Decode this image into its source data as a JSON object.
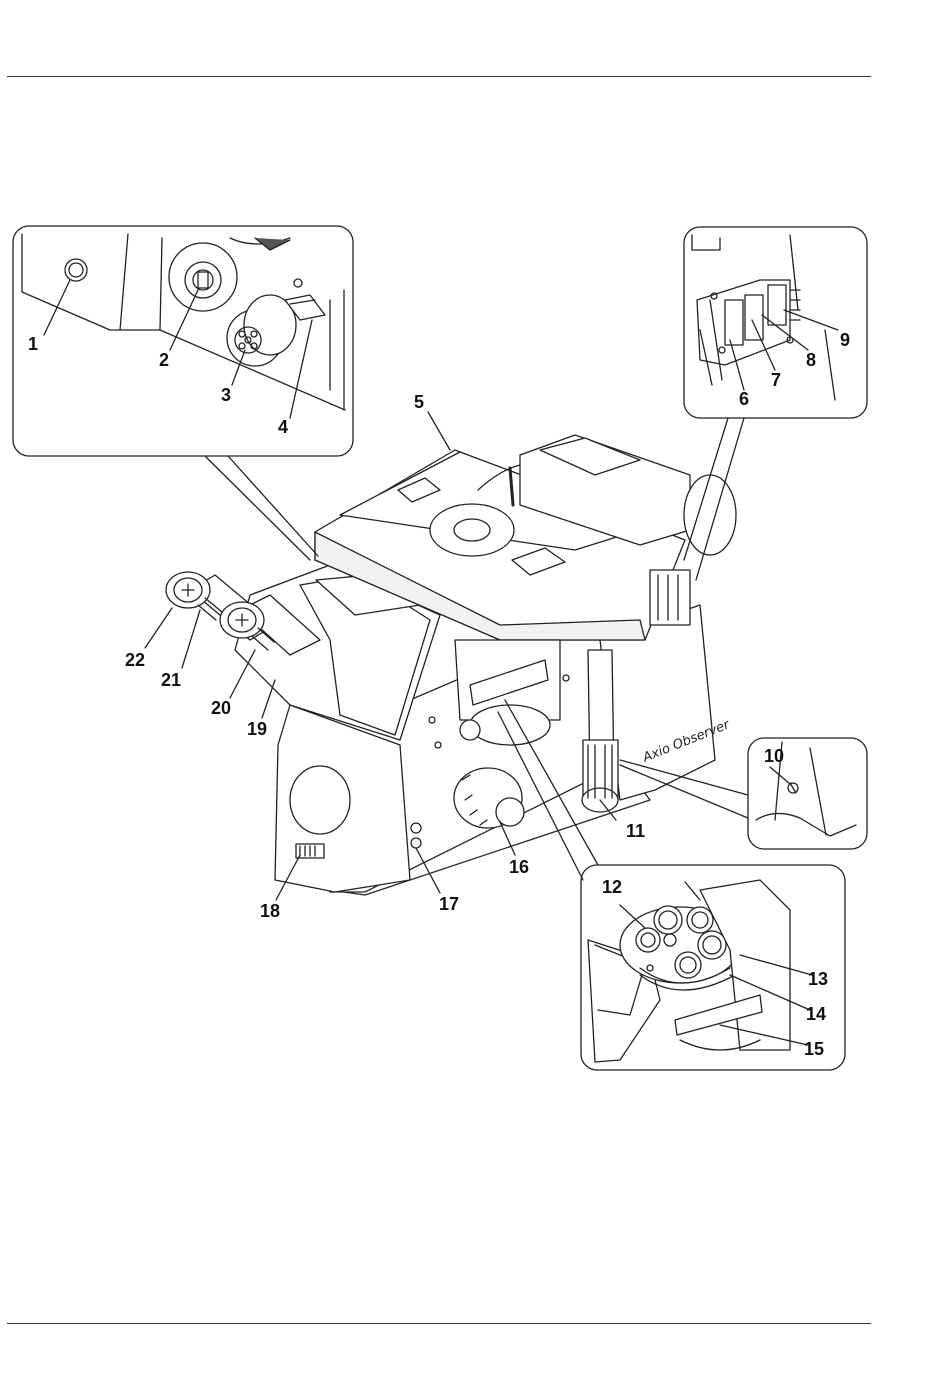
{
  "figure": {
    "brand_label": "Axio Observer",
    "callouts": {
      "c1": "1",
      "c2": "2",
      "c3": "3",
      "c4": "4",
      "c5": "5",
      "c6": "6",
      "c7": "7",
      "c8": "8",
      "c9": "9",
      "c10": "10",
      "c11": "11",
      "c12": "12",
      "c13": "13",
      "c14": "14",
      "c15": "15",
      "c16": "16",
      "c17": "17",
      "c18": "18",
      "c19": "19",
      "c20": "20",
      "c21": "21",
      "c22": "22"
    }
  }
}
